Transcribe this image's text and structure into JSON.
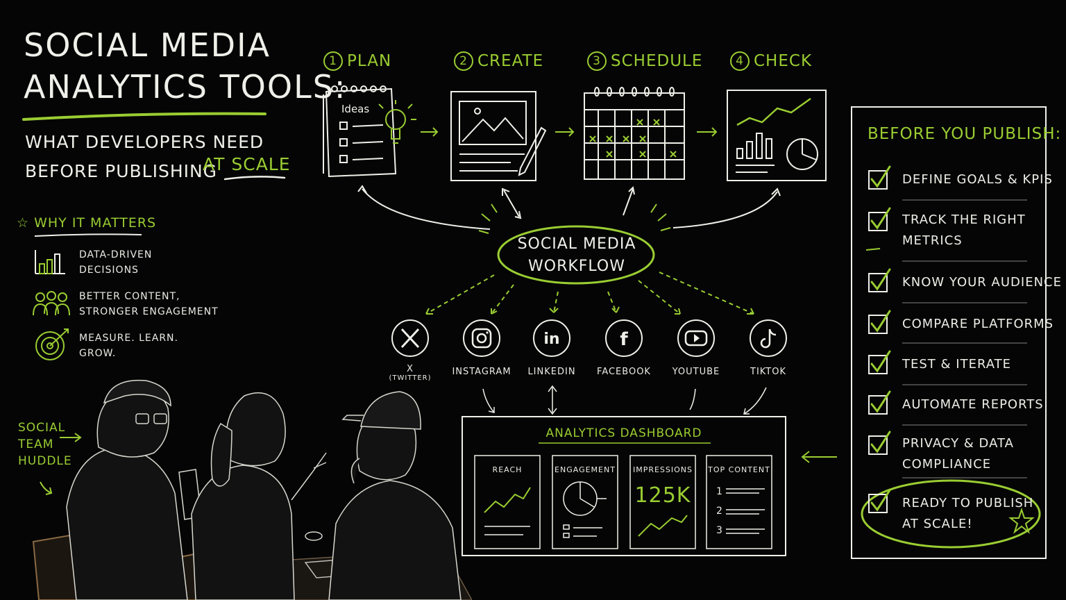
{
  "header": {
    "title_line1": "Social Media",
    "title_line2": "Analytics Tools:",
    "subtitle_line1": "What developers need",
    "subtitle_line2": "before publishing",
    "subtitle_accent": "at scale"
  },
  "why_it_matters": {
    "heading": "Why it matters",
    "items": [
      {
        "icon": "bar-chart-icon",
        "line1": "Data-driven",
        "line2": "decisions"
      },
      {
        "icon": "team-icon",
        "line1": "Better content,",
        "line2": "stronger engagement"
      },
      {
        "icon": "target-icon",
        "line1": "Measure. Learn.",
        "line2": "Grow."
      }
    ]
  },
  "steps": [
    {
      "number": "1",
      "label": "Plan",
      "icon": "notebook-icon",
      "ideas_label": "Ideas"
    },
    {
      "number": "2",
      "label": "Create",
      "icon": "image-pencil-icon"
    },
    {
      "number": "3",
      "label": "Schedule",
      "icon": "calendar-icon"
    },
    {
      "number": "4",
      "label": "Check",
      "icon": "analytics-chart-icon"
    }
  ],
  "workflow": {
    "line1": "Social Media",
    "line2": "Workflow"
  },
  "platforms": [
    {
      "label": "X",
      "sublabel": "(Twitter)",
      "icon": "x-icon"
    },
    {
      "label": "Instagram",
      "icon": "instagram-icon"
    },
    {
      "label": "LinkedIn",
      "icon": "linkedin-icon"
    },
    {
      "label": "Facebook",
      "icon": "facebook-icon"
    },
    {
      "label": "YouTube",
      "icon": "youtube-icon"
    },
    {
      "label": "TikTok",
      "icon": "tiktok-icon"
    }
  ],
  "dashboard": {
    "title": "Analytics Dashboard",
    "cards": [
      {
        "title": "Reach"
      },
      {
        "title": "Engagement"
      },
      {
        "title": "Impressions",
        "value": "125K"
      },
      {
        "title": "Top Content",
        "ranks": [
          "1",
          "2",
          "3"
        ]
      }
    ]
  },
  "checklist": {
    "heading": "Before you publish:",
    "items": [
      {
        "line1": "Define goals & KPIs",
        "line2": ""
      },
      {
        "line1": "Track the right",
        "line2": "metrics"
      },
      {
        "line1": "Know your audience",
        "line2": ""
      },
      {
        "line1": "Compare platforms",
        "line2": ""
      },
      {
        "line1": "Test & iterate",
        "line2": ""
      },
      {
        "line1": "Automate reports",
        "line2": ""
      },
      {
        "line1": "Privacy & data",
        "line2": "compliance"
      },
      {
        "line1": "Ready to publish",
        "line2": "at scale!"
      }
    ]
  },
  "huddle": {
    "line1": "Social",
    "line2": "team",
    "line3": "huddle"
  },
  "colors": {
    "accent": "#9acd32",
    "chalk": "#f0f0ea",
    "background": "#050505"
  }
}
